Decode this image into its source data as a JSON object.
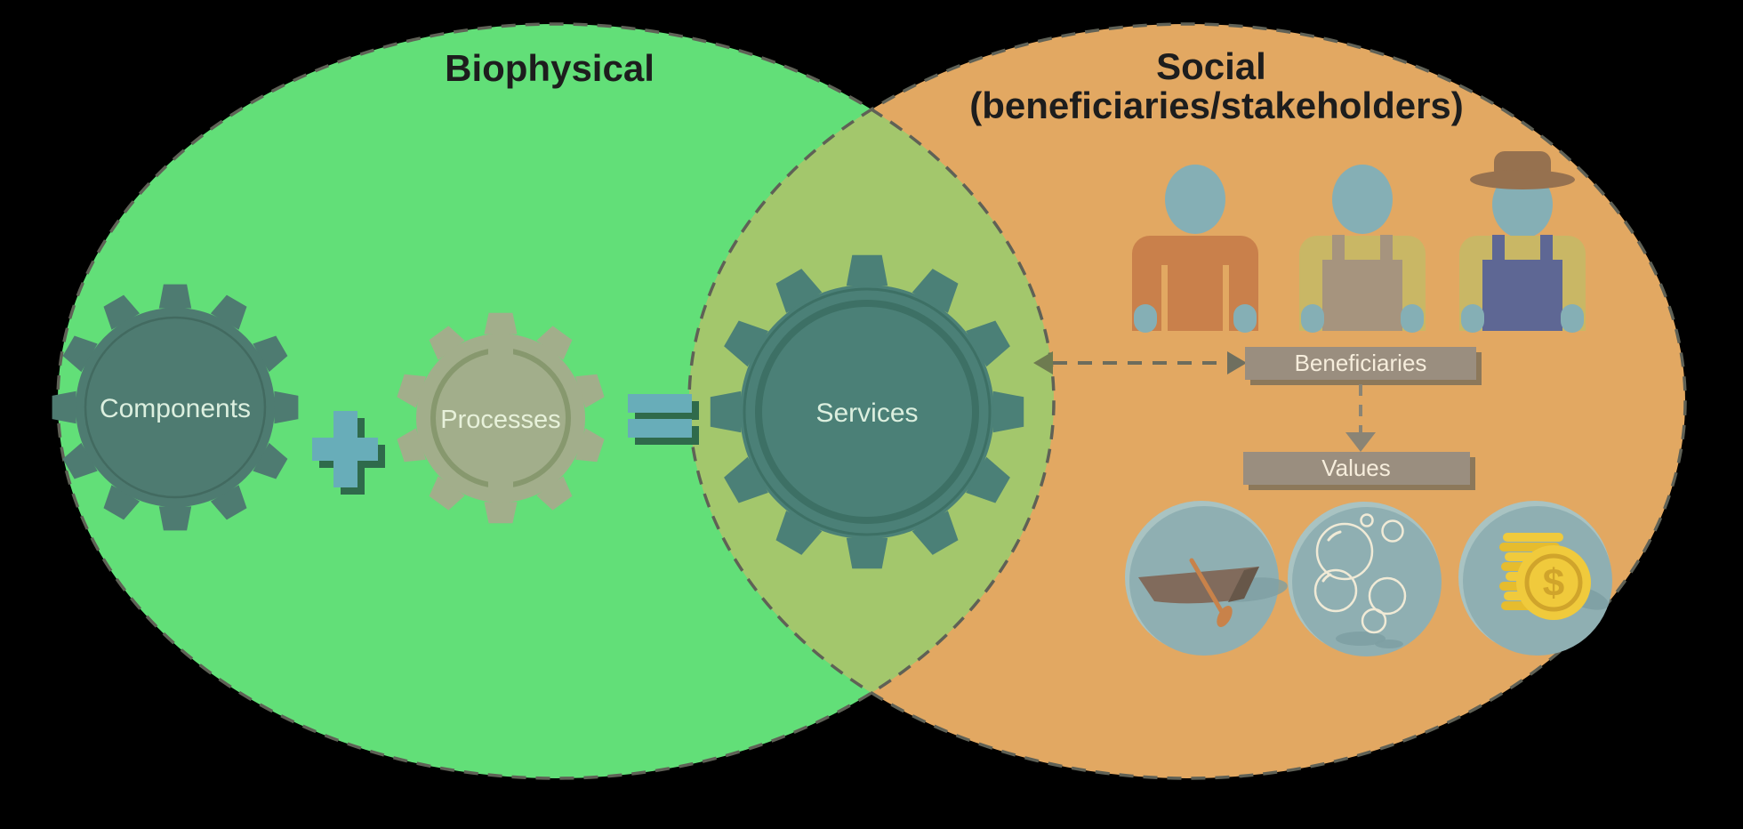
{
  "canvas": {
    "background": "#000000"
  },
  "venn": {
    "left_label": "Biophysical",
    "right_label_line1": "Social",
    "right_label_line2": "(beneficiaries/stakeholders)",
    "left_fill": "#62DF78",
    "right_fill": "#E2A862",
    "overlap_fill": "#A3C76C",
    "border_color": "#5F6156"
  },
  "equation": {
    "components_label": "Components",
    "processes_label": "Processes",
    "services_label": "Services",
    "plus_symbol": "+",
    "equals_symbol": "=",
    "components_fill": "#4E7B71",
    "processes_fill": "#A2AE8B",
    "services_fill": "#4B8077",
    "operator_fill": "#68ADB9",
    "operator_shadow": "#2F6A4B"
  },
  "social": {
    "people_icons": [
      "person-orange-shirt-icon",
      "person-gray-overalls-icon",
      "farmer-blue-overalls-icon"
    ],
    "beneficiaries_label": "Beneficiaries",
    "values_label": "Values",
    "box_fill": "#9A8E7F",
    "box_shadow": "#83725A",
    "box_text_color": "#F6EDDC",
    "arrow_color": "#6C6C5C",
    "value_icons": [
      "rowboat-icon",
      "bubbles-icon",
      "money-coins-icon"
    ],
    "coin_symbol": "$",
    "value_circle_fill": "#8FAFB2"
  }
}
